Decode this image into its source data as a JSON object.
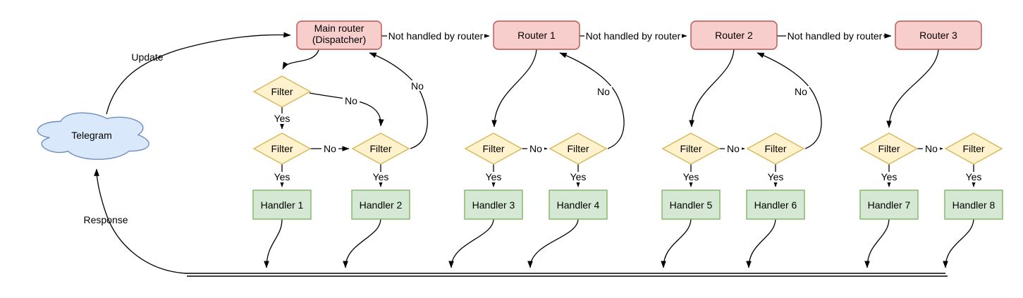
{
  "colors": {
    "background": "#ffffff",
    "edge": "#000000",
    "text": "#000000",
    "router_fill": "#f8cecc",
    "router_stroke": "#b85450",
    "filter_fill": "#fff2cc",
    "filter_stroke": "#d6b656",
    "handler_fill": "#d5e8d4",
    "handler_stroke": "#82b366",
    "cloud_fill": "#dae8fc",
    "cloud_stroke": "#6c8ebf"
  },
  "cloud": {
    "label": "Telegram"
  },
  "edge_labels": {
    "update": "Update",
    "response": "Response",
    "not_handled": "Not handled by router",
    "yes": "Yes",
    "no": "No"
  },
  "routers": {
    "main": {
      "line1": "Main router",
      "line2": "(Dispatcher)"
    },
    "router1": {
      "label": "Router 1"
    },
    "router2": {
      "label": "Router 2"
    },
    "router3": {
      "label": "Router 3"
    }
  },
  "filter_label": "Filter",
  "handlers": [
    "Handler 1",
    "Handler 2",
    "Handler 3",
    "Handler 4",
    "Handler 5",
    "Handler 6",
    "Handler 7",
    "Handler 8"
  ]
}
